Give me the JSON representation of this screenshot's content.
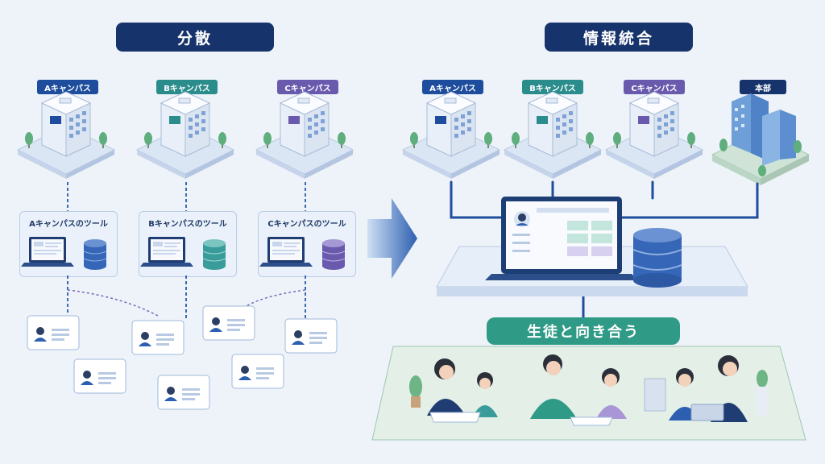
{
  "left": {
    "title": "分散",
    "campuses": [
      {
        "label": "Aキャンパス",
        "color": "#1d4d9c",
        "tool_label": "Aキャンパスのツール",
        "db_color": "#3566b8"
      },
      {
        "label": "Bキャンパス",
        "color": "#2b8c8c",
        "tool_label": "Bキャンパスのツール",
        "db_color": "#3a9c9a"
      },
      {
        "label": "Cキャンパス",
        "color": "#6a5aad",
        "tool_label": "Cキャンパスのツール",
        "db_color": "#6a5aad"
      }
    ]
  },
  "right": {
    "title": "情報統合",
    "campuses": [
      {
        "label": "Aキャンパス",
        "color": "#1d4d9c"
      },
      {
        "label": "Bキャンパス",
        "color": "#2b8c8c"
      },
      {
        "label": "Cキャンパス",
        "color": "#6a5aad"
      },
      {
        "label": "本部",
        "color": "#16336b"
      }
    ],
    "bottom_label": "生徒と向き合う"
  },
  "colors": {
    "navy": "#16336b",
    "green_accent": "#2f9a86",
    "platform": "#dfe8f5"
  }
}
